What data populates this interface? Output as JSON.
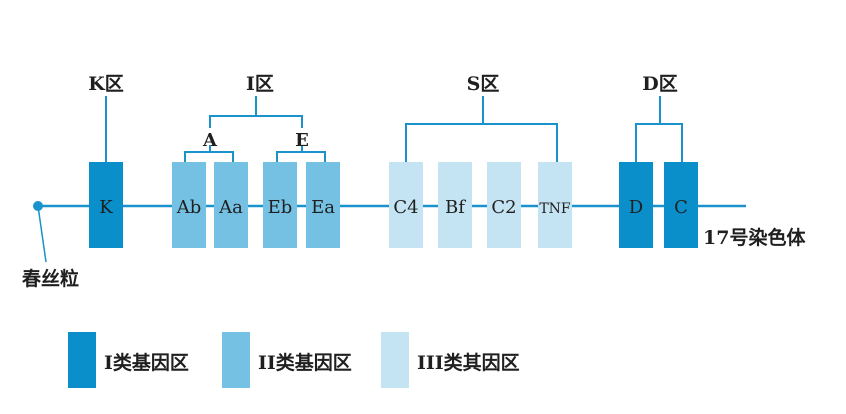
{
  "colors": {
    "class1": "#0a8fcb",
    "class2": "#74c1e3",
    "class3": "#c5e4f3",
    "line": "#1a93cc",
    "text": "#1f1f1f"
  },
  "region_labels": {
    "k": "K区",
    "i": "I区",
    "s": "S区",
    "d": "D区"
  },
  "subgroup_labels": {
    "a": "A",
    "e": "E"
  },
  "genes": {
    "k": "K",
    "ab": "Ab",
    "aa": "Aa",
    "eb": "Eb",
    "ea": "Ea",
    "c4": "C4",
    "bf": "Bf",
    "c2": "C2",
    "tnf": "TNF",
    "d": "D",
    "c": "C"
  },
  "centromere_label": "春丝粒",
  "chromosome_label": "17号染色体",
  "legend": [
    {
      "label": "I类基因区",
      "color": "#0a8fcb"
    },
    {
      "label": "II类基因区",
      "color": "#74c1e3"
    },
    {
      "label": "III类其因区",
      "color": "#c5e4f3"
    }
  ]
}
